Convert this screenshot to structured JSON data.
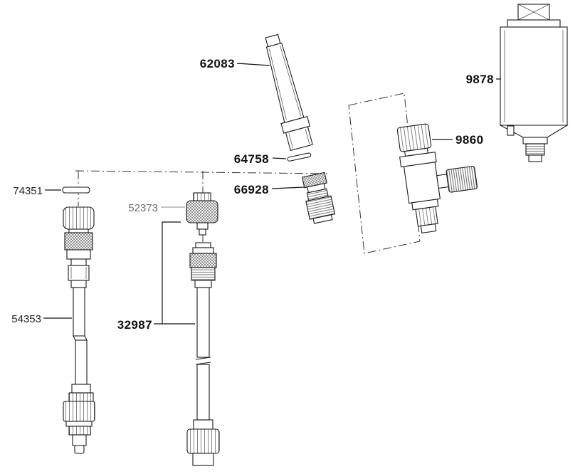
{
  "diagram": {
    "kind": "exploded-parts-diagram",
    "background_color": "#ffffff",
    "line_color": "#1a1a1a",
    "muted_label_color": "#6e6e6e",
    "part_numbers": [
      "62083",
      "64758",
      "66928",
      "74351",
      "52373",
      "54353",
      "32987",
      "9860",
      "9878"
    ]
  },
  "labels": {
    "p62083": "62083",
    "p64758": "64758",
    "p66928": "66928",
    "p74351": "74351",
    "p52373": "52373",
    "p54353": "54353",
    "p32987": "32987",
    "p9860": "9860",
    "p9878": "9878"
  }
}
